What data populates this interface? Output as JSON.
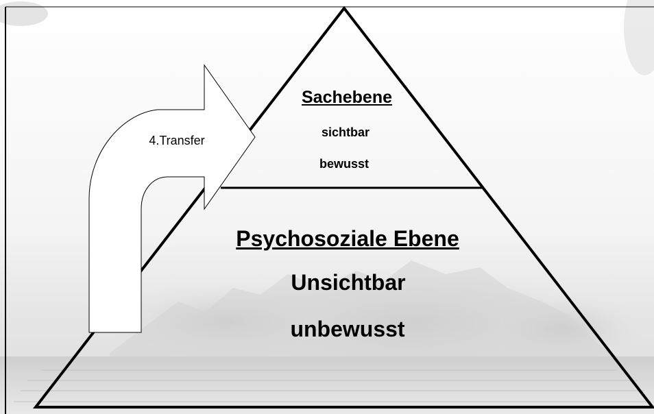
{
  "pyramid": {
    "top": {
      "title": "Sachebene",
      "line1": "sichtbar",
      "line2": "bewusst"
    },
    "bottom": {
      "title": "Psychosoziale Ebene",
      "line1": "Unsichtbar",
      "line2": "unbewusst"
    }
  },
  "arrow": {
    "label": "4.Transfer"
  },
  "background": {
    "subject": "iceberg-photo"
  }
}
